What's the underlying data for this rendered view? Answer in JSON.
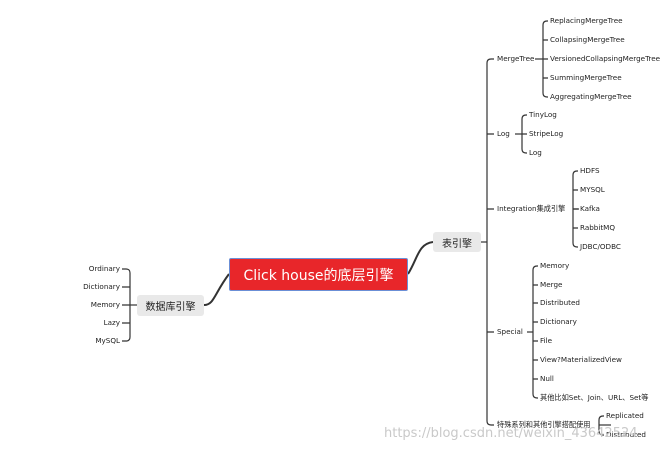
{
  "root": "Click house的底层引擎",
  "left": {
    "label": "数据库引擎",
    "children": [
      "Ordinary",
      "Dictionary",
      "Memory",
      "Lazy",
      "MySQL"
    ]
  },
  "right": {
    "label": "表引擎",
    "groups": [
      {
        "label": "MergeTree",
        "children": [
          "ReplacingMergeTree",
          "CollapsingMergeTree",
          "VersionedCollapsingMergeTree",
          "SummingMergeTree",
          "AggregatingMergeTree"
        ]
      },
      {
        "label": "Log",
        "children": [
          "TinyLog",
          "StripeLog",
          "Log"
        ]
      },
      {
        "label": "Integration集成引擎",
        "children": [
          "HDFS",
          "MYSQL",
          "Kafka",
          "RabbitMQ",
          "JDBC/ODBC"
        ]
      },
      {
        "label": "Special",
        "children": [
          "Memory",
          "Merge",
          "Distributed",
          "Dictionary",
          "File",
          "View?MaterializedView",
          "Null",
          "其他比如Set、Join、URL、Set等"
        ]
      },
      {
        "label": "特殊系列和其他引擎搭配使用",
        "children": [
          "Replicated",
          "Distributed"
        ]
      }
    ]
  },
  "watermark": "https://blog.csdn.net/weixin_43642524",
  "colors": {
    "root_fill": "#e8262a",
    "root_border": "#6b8fd6",
    "branch": "#333333",
    "topic_fill": "#e9e9e9"
  }
}
